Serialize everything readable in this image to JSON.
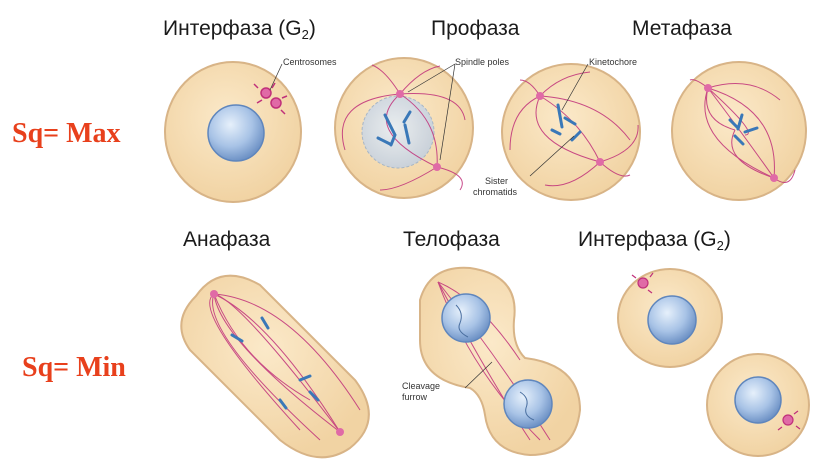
{
  "phases": {
    "interphase_g2_top": {
      "label": "Интерфаза (G",
      "sub": "2",
      "close": ")"
    },
    "prophase": {
      "label": "Профаза"
    },
    "metaphase": {
      "label": "Метафаза"
    },
    "anaphase": {
      "label": "Анафаза"
    },
    "telophase": {
      "label": "Телофаза"
    },
    "interphase_g2_bottom": {
      "label": "Интерфаза (G",
      "sub": "2",
      "close": ")"
    }
  },
  "side_labels": {
    "top": "Sq= Max",
    "bottom": "Sq= Min",
    "color": "#e8401c"
  },
  "annotations": {
    "centrosomes": "Centrosomes",
    "spindle_poles": "Spindle poles",
    "kinetochore": "Kinetochore",
    "sister_chromatids_1": "Sister",
    "sister_chromatids_2": "chromatids",
    "cleavage_furrow_1": "Cleavage",
    "cleavage_furrow_2": "furrow"
  },
  "colors": {
    "cell_fill": "#f6dfb6",
    "cell_edge": "#d9b58a",
    "nucleus": "#a9c4e6",
    "spindle": "#c0307a",
    "chromosome": "#3a78b8"
  }
}
